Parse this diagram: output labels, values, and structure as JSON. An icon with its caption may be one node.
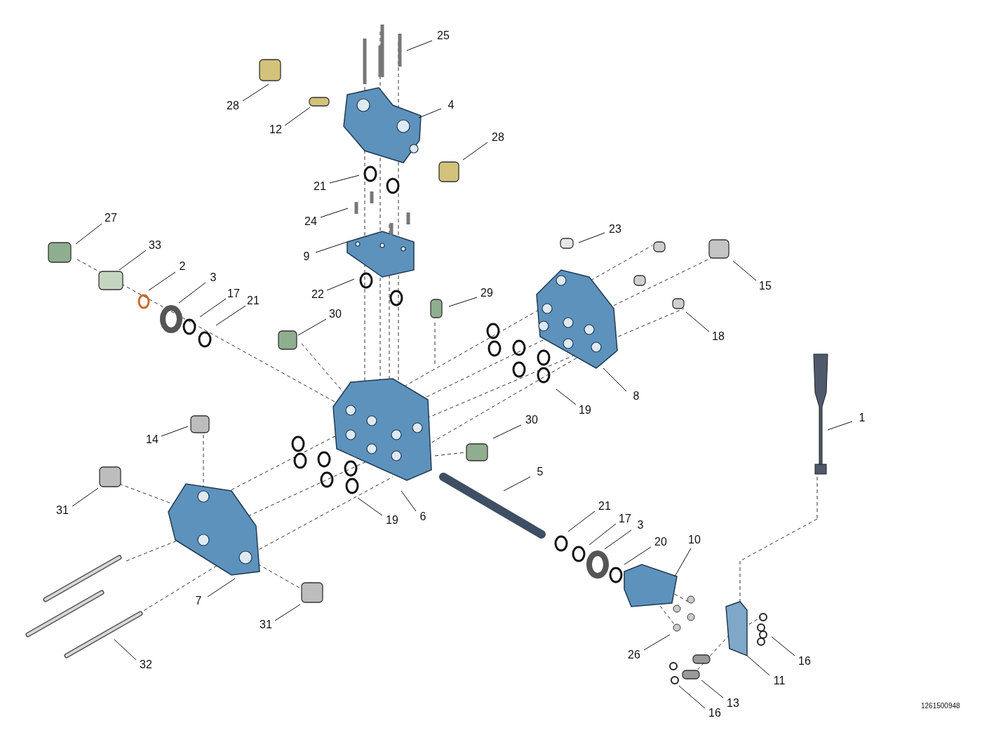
{
  "diagram": {
    "nodes": [
      {
        "text": [
          "25"
        ]
      },
      {
        "text": [
          "28"
        ]
      },
      {
        "text": [
          "4"
        ]
      },
      {
        "text": [
          "12"
        ]
      },
      {
        "text": [
          "28"
        ]
      },
      {
        "text": [
          "21"
        ]
      },
      {
        "text": [
          "24"
        ]
      },
      {
        "text": [
          "27"
        ]
      },
      {
        "text": [
          "23"
        ]
      },
      {
        "text": [
          "33"
        ]
      },
      {
        "text": [
          "9"
        ]
      },
      {
        "text": [
          "2"
        ]
      },
      {
        "text": [
          "3"
        ]
      },
      {
        "text": [
          "15"
        ]
      },
      {
        "text": [
          "29"
        ]
      },
      {
        "text": [
          "17"
        ]
      },
      {
        "text": [
          "22"
        ]
      },
      {
        "text": [
          "21"
        ]
      },
      {
        "text": [
          "30"
        ]
      },
      {
        "text": [
          "18"
        ]
      },
      {
        "text": [
          "8"
        ]
      },
      {
        "text": [
          "19"
        ]
      },
      {
        "text": [
          "1"
        ]
      },
      {
        "text": [
          "30"
        ]
      },
      {
        "text": [
          "14"
        ]
      },
      {
        "text": [
          "5"
        ]
      },
      {
        "text": [
          "21"
        ]
      },
      {
        "text": [
          "31"
        ]
      },
      {
        "text": [
          "6"
        ]
      },
      {
        "text": [
          "19"
        ]
      },
      {
        "text": [
          "17"
        ]
      },
      {
        "text": [
          "3"
        ]
      },
      {
        "text": [
          "10"
        ]
      },
      {
        "text": [
          "20"
        ]
      },
      {
        "text": [
          "7"
        ]
      },
      {
        "text": [
          "31"
        ]
      },
      {
        "text": [
          "26"
        ]
      },
      {
        "text": [
          "16"
        ]
      },
      {
        "text": [
          "32"
        ]
      },
      {
        "text": [
          "11"
        ]
      },
      {
        "text": [
          "13"
        ]
      },
      {
        "text": [
          "16"
        ]
      }
    ],
    "edges": [
      {
        "from": 0,
        "to": null,
        "arrow": "none"
      },
      {
        "from": 1,
        "to": null,
        "arrow": "none"
      },
      {
        "from": 2,
        "to": null,
        "arrow": "none"
      },
      {
        "from": 3,
        "to": null,
        "arrow": "none"
      },
      {
        "from": 4,
        "to": null,
        "arrow": "none"
      },
      {
        "from": 5,
        "to": null,
        "arrow": "none"
      },
      {
        "from": 6,
        "to": null,
        "arrow": "none"
      },
      {
        "from": 7,
        "to": null,
        "arrow": "none"
      },
      {
        "from": 8,
        "to": null,
        "arrow": "none"
      },
      {
        "from": 9,
        "to": null,
        "arrow": "none"
      },
      {
        "from": 10,
        "to": null,
        "arrow": "none"
      },
      {
        "from": 11,
        "to": null,
        "arrow": "none"
      },
      {
        "from": 12,
        "to": null,
        "arrow": "none"
      },
      {
        "from": 13,
        "to": null,
        "arrow": "none"
      },
      {
        "from": 14,
        "to": null,
        "arrow": "none"
      },
      {
        "from": 15,
        "to": null,
        "arrow": "none"
      },
      {
        "from": 16,
        "to": null,
        "arrow": "none"
      },
      {
        "from": 17,
        "to": null,
        "arrow": "none"
      },
      {
        "from": 18,
        "to": null,
        "arrow": "none"
      },
      {
        "from": 19,
        "to": null,
        "arrow": "none"
      },
      {
        "from": 20,
        "to": null,
        "arrow": "none"
      },
      {
        "from": 21,
        "to": null,
        "arrow": "none"
      },
      {
        "from": 22,
        "to": null,
        "arrow": "none"
      },
      {
        "from": 23,
        "to": null,
        "arrow": "none"
      },
      {
        "from": 24,
        "to": null,
        "arrow": "none"
      },
      {
        "from": 25,
        "to": null,
        "arrow": "none"
      },
      {
        "from": 26,
        "to": null,
        "arrow": "none"
      },
      {
        "from": 27,
        "to": null,
        "arrow": "none"
      },
      {
        "from": 28,
        "to": null,
        "arrow": "none"
      },
      {
        "from": 29,
        "to": null,
        "arrow": "none"
      },
      {
        "from": 30,
        "to": null,
        "arrow": "none"
      },
      {
        "from": 31,
        "to": null,
        "arrow": "none"
      },
      {
        "from": 32,
        "to": null,
        "arrow": "none"
      },
      {
        "from": 33,
        "to": null,
        "arrow": "none"
      },
      {
        "from": 34,
        "to": null,
        "arrow": "none"
      },
      {
        "from": 35,
        "to": null,
        "arrow": "none"
      },
      {
        "from": 36,
        "to": null,
        "arrow": "none"
      },
      {
        "from": 37,
        "to": null,
        "arrow": "none"
      },
      {
        "from": 38,
        "to": null,
        "arrow": "none"
      },
      {
        "from": 39,
        "to": null,
        "arrow": "none"
      },
      {
        "from": 40,
        "to": null,
        "arrow": "none"
      },
      {
        "from": 41,
        "to": null,
        "arrow": "none"
      }
    ],
    "labels": [
      "1261500948"
    ]
  }
}
